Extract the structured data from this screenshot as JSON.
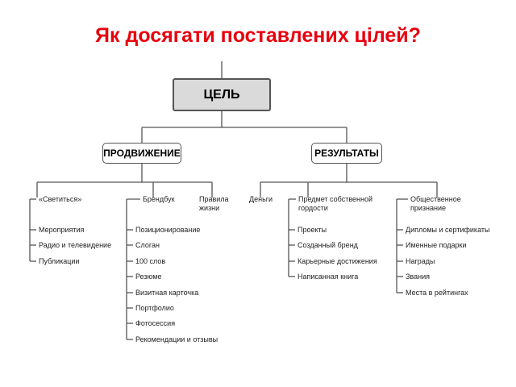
{
  "title": "Як досягати поставлених цілей?",
  "colors": {
    "title": "#e8000d",
    "root_fill": "#dadada",
    "line": "#555555"
  },
  "root": "ЦЕЛЬ",
  "categories": {
    "promotion": "ПРОДВИЖЕНИЕ",
    "results": "РЕЗУЛЬТАТЫ"
  },
  "promotion": {
    "shine": {
      "label": "«Светиться»",
      "items": [
        "Мероприятия",
        "Радио и телевидение",
        "Публикации"
      ]
    },
    "brandbook": {
      "label": "Брендбук",
      "items": [
        "Позиционирование",
        "Слоган",
        "100 слов",
        "Резюме",
        "Визитная карточка",
        "Портфолио",
        "Фотосессия",
        "Рекомендации и отзывы"
      ]
    },
    "rules": {
      "label": "Правила жизни"
    }
  },
  "results": {
    "money": {
      "label": "Деньги"
    },
    "pride": {
      "label": "Предмет собственной гордости",
      "items": [
        "Проекты",
        "Созданный бренд",
        "Карьерные достижения",
        "Написанная книга"
      ]
    },
    "recognition": {
      "label": "Общественное признание",
      "items": [
        "Дипломы и сертификаты",
        "Именные подарки",
        "Награды",
        "Звания",
        "Места в рейтингах"
      ]
    }
  }
}
